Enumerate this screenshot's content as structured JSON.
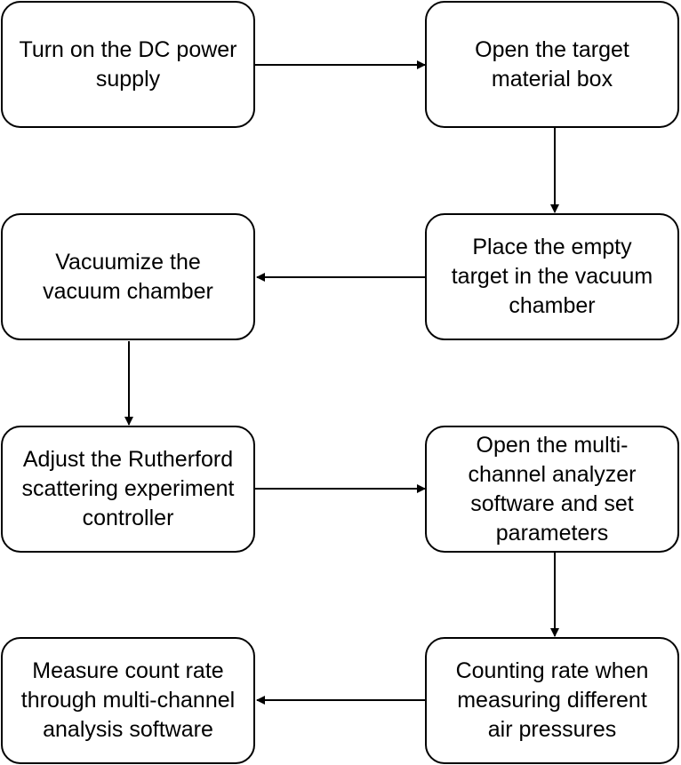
{
  "flowchart": {
    "steps": [
      {
        "id": "s1",
        "label": "Turn on the DC power\nsupply"
      },
      {
        "id": "s2",
        "label": "Open the target\nmaterial box"
      },
      {
        "id": "s3",
        "label": "Place the empty\ntarget in the vacuum\nchamber"
      },
      {
        "id": "s4",
        "label": "Vacuumize the\nvacuum chamber"
      },
      {
        "id": "s5",
        "label": "Adjust the Rutherford\nscattering experiment\ncontroller"
      },
      {
        "id": "s6",
        "label": "Open the multi-\nchannel analyzer\nsoftware and set\nparameters"
      },
      {
        "id": "s7",
        "label": "Counting rate when\nmeasuring different\nair pressures"
      },
      {
        "id": "s8",
        "label": "Measure count rate\nthrough multi-channel\nanalysis software"
      }
    ],
    "edges": [
      {
        "from": "s1",
        "to": "s2"
      },
      {
        "from": "s2",
        "to": "s3"
      },
      {
        "from": "s3",
        "to": "s4"
      },
      {
        "from": "s4",
        "to": "s5"
      },
      {
        "from": "s5",
        "to": "s6"
      },
      {
        "from": "s6",
        "to": "s7"
      },
      {
        "from": "s7",
        "to": "s8"
      }
    ],
    "colors": {
      "stroke": "#000000",
      "fill": "#ffffff",
      "text": "#000000"
    }
  }
}
